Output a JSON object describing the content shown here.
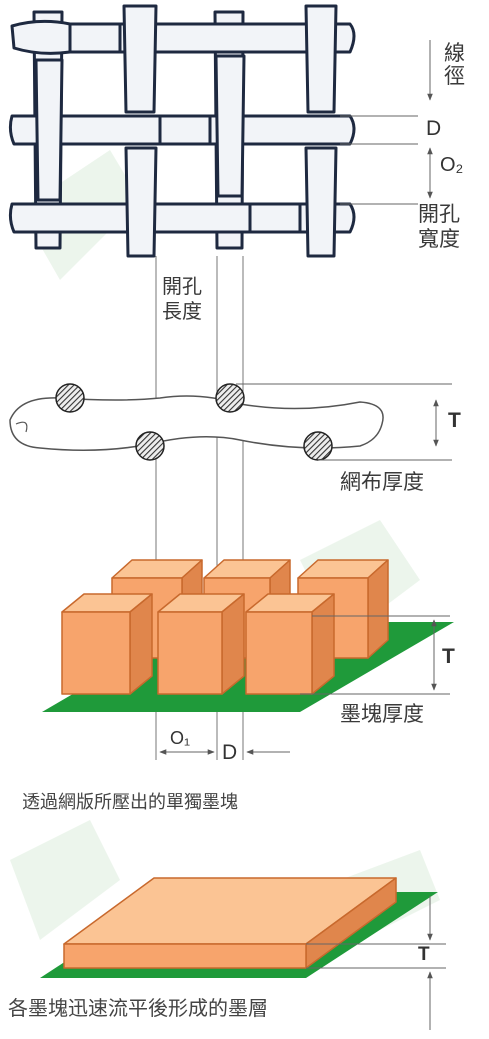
{
  "mesh_labels": {
    "wire_diameter": "線徑",
    "d_symbol": "D",
    "o2_symbol": "O₂",
    "opening_width": "開孔\n寬度",
    "opening_length": "開孔\n長度"
  },
  "cloth_labels": {
    "t_symbol": "T",
    "mesh_thickness": "網布厚度"
  },
  "deposit_labels": {
    "t_symbol": "T",
    "ink_block_thickness": "墨塊厚度",
    "o1_symbol": "O₁",
    "d_symbol": "D",
    "caption": "透過網版所壓出的單獨墨塊"
  },
  "layer_labels": {
    "t_symbol": "T",
    "caption": "各墨塊迅速流平後形成的墨層"
  },
  "colors": {
    "ink_front": "#f7a46c",
    "ink_top": "#fbc494",
    "ink_side": "#e0864c",
    "ink_edge": "#c8692d",
    "board_green": "#1f9a3a",
    "wire_fill": "#f2f4f8",
    "wire_outline": "#1e2940",
    "line_gray": "#666666",
    "watermark": "#eaf4ea"
  }
}
